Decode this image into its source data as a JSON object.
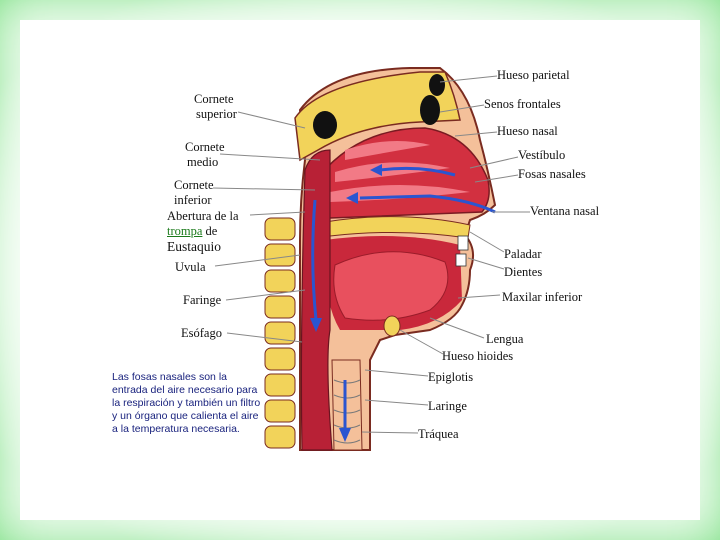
{
  "labels": {
    "hueso_parietal": "Hueso parietal",
    "cornete_superior_1": "Cornete",
    "cornete_superior_2": "superior",
    "senos_frontales": "Senos frontales",
    "hueso_nasal": "Hueso nasal",
    "cornete_medio_1": "Cornete",
    "cornete_medio_2": "medio",
    "vestibulo": "Vestíbulo",
    "fosas_nasales": "Fosas nasales",
    "cornete_inferior_1": "Cornete",
    "cornete_inferior_2": "inferior",
    "abertura_1": "Abertura de la",
    "abertura_link": "trompa",
    "abertura_2": " de",
    "eustaquio": "Eustaquio",
    "ventana_nasal": "Ventana nasal",
    "uvula": "Uvula",
    "paladar": "Paladar",
    "dientes": "Dientes",
    "faringe": "Faringe",
    "maxilar_inferior": "Maxilar inferior",
    "esofago": "Esófago",
    "lengua": "Lengua",
    "hueso_hioides": "Hueso hioides",
    "epiglotis": "Epiglotis",
    "laringe": "Laringe",
    "traquea": "Tráquea"
  },
  "note": "Las fosas nasales son la entrada del aire necesario para la respiración y también un filtro y un órgano que calienta el aire a la temperatura necesaria.",
  "colors": {
    "background": "#3fd14a",
    "tissue": "#e0344a",
    "bone": "#f2d35a",
    "airflow": "#2a55d0",
    "note_text": "#1a237e"
  }
}
